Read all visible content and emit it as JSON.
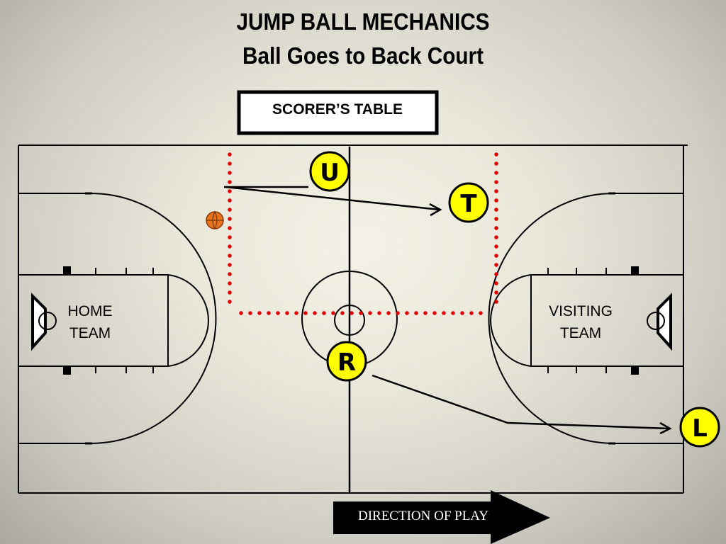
{
  "slide": {
    "title": "JUMP BALL MECHANICS",
    "subtitle": "Ball Goes to Back Court"
  },
  "court": {
    "scorers_table_label": "SCORER’S TABLE",
    "home_team_line1": "HOME",
    "home_team_line2": "TEAM",
    "visiting_team_line1": "VISITING",
    "visiting_team_line2": "TEAM",
    "direction_of_play": "DIRECTION OF PLAY"
  },
  "officials": {
    "umpire": "U",
    "trail": "T",
    "referee": "R",
    "lead": "L"
  },
  "colors": {
    "official_fill": "#ffff00",
    "dotted_line": "#e00000",
    "ball": "#e8731c",
    "court_lines": "#000000"
  }
}
